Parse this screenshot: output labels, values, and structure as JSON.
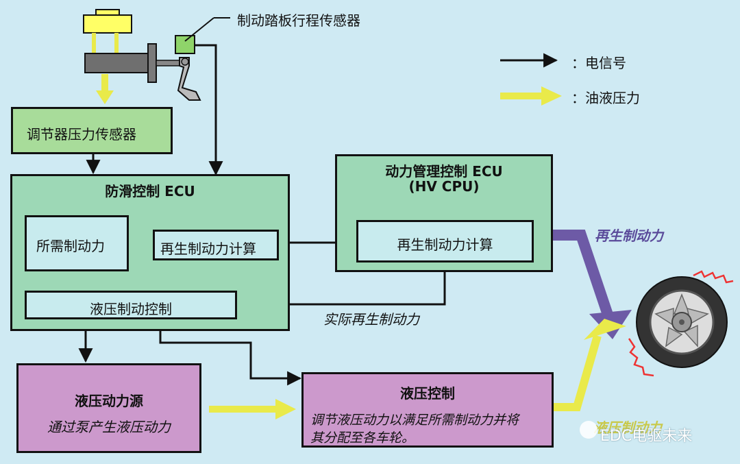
{
  "pedal_sensor_label": "制动踏板行程传感器",
  "legend": {
    "electric_label": "：电信号",
    "hydraulic_label": "：油液压力"
  },
  "regulator_sensor_label": "调节器压力传感器",
  "skid_ecu": {
    "title": "防滑控制 ECU",
    "required_force": "所需制动力",
    "regen_calc": "再生制动力计算",
    "hydraulic_brake_ctrl": "液压制动控制"
  },
  "power_ecu": {
    "title_line1": "动力管理控制 ECU",
    "title_line2": "(HV CPU)",
    "regen_calc": "再生制动力计算"
  },
  "hydraulic_source": {
    "title": "液压动力源",
    "desc": "通过泵产生液压动力"
  },
  "hydraulic_control": {
    "title": "液压控制",
    "desc_line1": "调节液压动力以满足所需制动力并将",
    "desc_line2": "其分配至各车轮。"
  },
  "regen_force_label": "再生制动力",
  "actual_regen_label": "实际再生制动力",
  "hydraulic_force_label": "液压制动力",
  "watermark": "EDC电驱未来",
  "colors": {
    "background": "#cfeaf3",
    "electric_arrow": "#111111",
    "hydraulic_arrow": "#e9ea4a",
    "regen_arrow": "#6d5aa6"
  }
}
